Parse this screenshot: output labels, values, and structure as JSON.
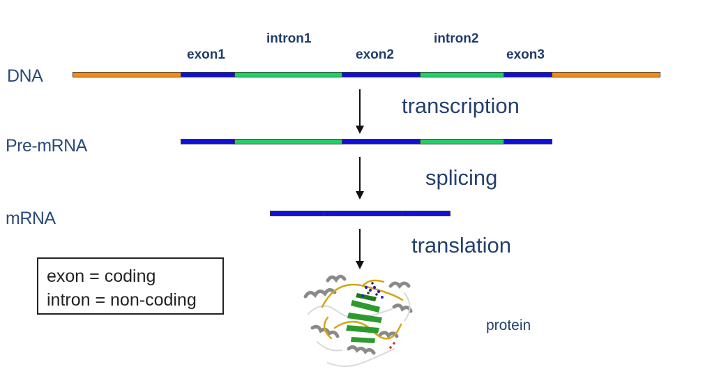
{
  "rows": {
    "dna": "DNA",
    "pre_mrna": "Pre-mRNA",
    "mrna": "mRNA"
  },
  "segments": {
    "exon1": "exon1",
    "intron1": "intron1",
    "exon2": "exon2",
    "intron2": "intron2",
    "exon3": "exon3"
  },
  "steps": {
    "transcription": "transcription",
    "splicing": "splicing",
    "translation": "translation"
  },
  "legend": {
    "exon": "exon = coding",
    "intron": "intron = non-coding"
  },
  "protein": {
    "label": "protein",
    "icon": "protein-structure-icon"
  },
  "colors": {
    "flank": "#f28c1c",
    "exon": "#1010d8",
    "intron": "#22d06a",
    "arrow": "#111111",
    "text": "#24406e"
  }
}
